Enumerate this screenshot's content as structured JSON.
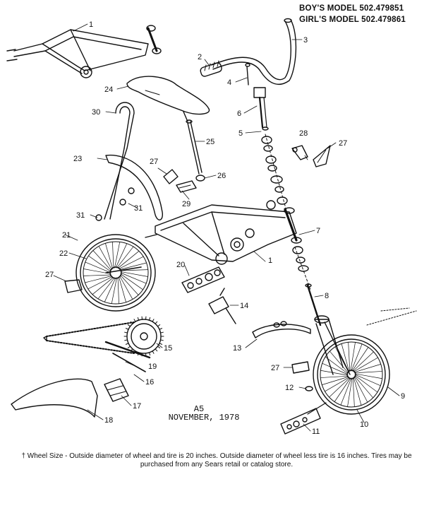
{
  "header": {
    "boys_model": "BOY'S MODEL 502.479851",
    "girls_model": "GIRL'S MODEL 502.479861"
  },
  "caption": {
    "code": "A5",
    "date": "NOVEMBER, 1978"
  },
  "footnote": "† Wheel Size - Outside diameter of wheel and tire is 20 inches. Outside diameter of wheel less tire is 16 inches. Tires may be purchased from any Sears retail or catalog store.",
  "callouts": {
    "c1a": "1",
    "c1b": "1",
    "c2": "2",
    "c3": "3",
    "c4": "4",
    "c5": "5",
    "c6": "6",
    "c7": "7",
    "c8": "8",
    "c9": "9",
    "c10": "10",
    "c11": "11",
    "c12": "12",
    "c13": "13",
    "c14": "14",
    "c15": "15",
    "c16": "16",
    "c17": "17",
    "c18": "18",
    "c19": "19",
    "c20": "20",
    "c21": "21",
    "c22": "22",
    "c23": "23",
    "c24": "24",
    "c25": "25",
    "c26": "26",
    "c27a": "27",
    "c27b": "27",
    "c27c": "27",
    "c27d": "27",
    "c28": "28",
    "c29": "29",
    "c30": "30",
    "c31a": "31",
    "c31b": "31"
  }
}
